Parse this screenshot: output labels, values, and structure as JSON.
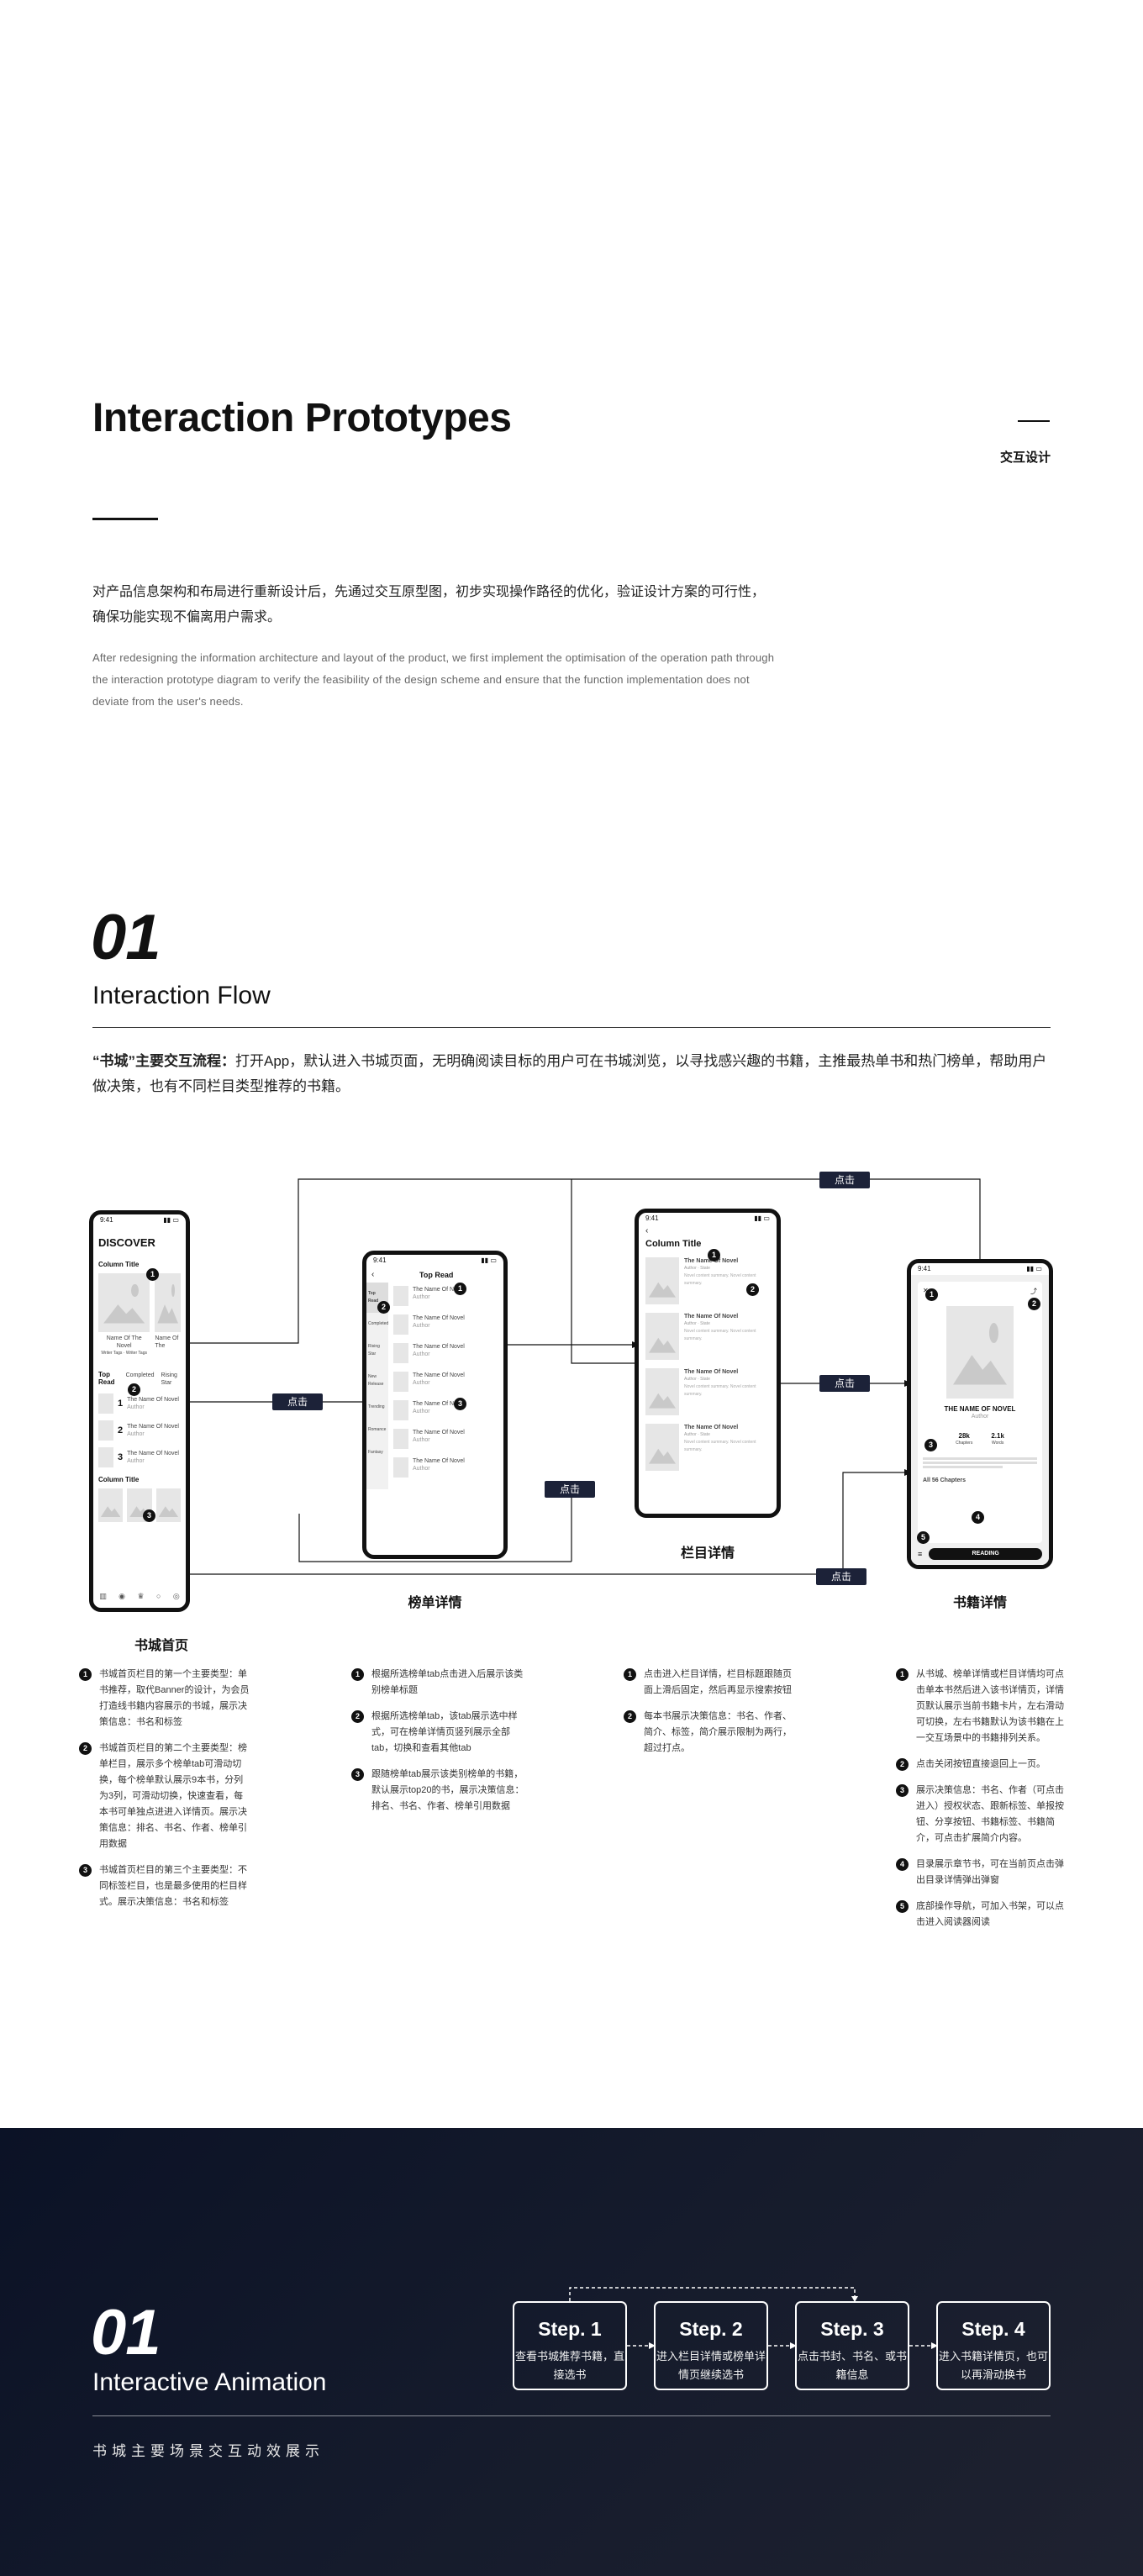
{
  "hero": {
    "title": "Interaction Prototypes",
    "tag": "交互设计",
    "desc_cn": "对产品信息架构和布局进行重新设计后，先通过交互原型图，初步实现操作路径的优化，验证设计方案的可行性，确保功能实现不偏离用户需求。",
    "desc_en": "After redesigning the information architecture and layout of the product, we first implement the optimisation of the operation path through the interaction prototype diagram to verify the feasibility of the design scheme and ensure that the function implementation does not deviate from the user's needs."
  },
  "section1": {
    "number": "01",
    "title": "Interaction Flow",
    "desc_bold": "“书城”主要交互流程：",
    "desc_rest": "打开App，默认进入书城页面，无明确阅读目标的用户可在书城浏览，以寻找感兴趣的书籍，主推最热单书和热门榜单，帮助用户做决策，也有不同栏目类型推荐的书籍。"
  },
  "flow_tags": {
    "click": "点击"
  },
  "phones": {
    "discover": {
      "label": "书城首页",
      "time": "9:41",
      "heading": "DISCOVER",
      "column_title": "Column Title",
      "book_name": "Name Of The Novel",
      "book_name_short": "Name Of The",
      "book_meta": "Writer Tags · Writer Tags",
      "top_read": "Top Read",
      "tabs": [
        "Completed",
        "Rising Star"
      ],
      "rank_item": "The Name Of Novel",
      "rank_sub": "Author",
      "ranks": [
        "1",
        "2",
        "3"
      ],
      "column_title_2": "Column Title"
    },
    "ranking": {
      "label": "榜单详情",
      "time": "9:41",
      "title": "Top Read",
      "side_tabs": [
        "Top Read",
        "Completed",
        "Rising Star",
        "New Release",
        "Trending",
        "Romance",
        "Fantasy"
      ],
      "item_title": "The Name Of Novel",
      "item_sub": "Author"
    },
    "column": {
      "label": "栏目详情",
      "time": "9:41",
      "title": "Column Title",
      "item_title": "The Name Of Novel",
      "item_sub": "Author · State",
      "item_desc": "Novel content summary. Novel content summary."
    },
    "detail": {
      "label": "书籍详情",
      "time": "9:41",
      "book_title": "THE NAME OF NOVEL",
      "author": "Author",
      "stat1_val": "28k",
      "stat1_lbl": "Chapters",
      "stat2_val": "2.1k",
      "stat2_lbl": "Words",
      "chapters": "All 56 Chapters",
      "reading": "READING"
    }
  },
  "notes": {
    "discover": [
      {
        "n": "1",
        "text": "书城首页栏目的第一个主要类型：单书推荐，取代Banner的设计，为会员打造线书籍内容展示的书城，展示决策信息：书名和标签"
      },
      {
        "n": "2",
        "text": "书城首页栏目的第二个主要类型：榜单栏目，展示多个榜单tab可滑动切换，每个榜单默认展示9本书，分列为3列，可滑动切换，快速查看，每本书可单独点进进入详情页。展示决策信息：排名、书名、作者、榜单引用数据"
      },
      {
        "n": "3",
        "text": "书城首页栏目的第三个主要类型：不同标签栏目，也是最多使用的栏目样式。展示决策信息：书名和标签"
      }
    ],
    "ranking": [
      {
        "n": "1",
        "text": "根据所选榜单tab点击进入后展示该类别榜单标题"
      },
      {
        "n": "2",
        "text": "根据所选榜单tab，该tab展示选中样式，可在榜单详情页竖列展示全部tab，切换和查看其他tab"
      },
      {
        "n": "3",
        "text": "跟随榜单tab展示该类别榜单的书籍，默认展示top20的书，展示决策信息：排名、书名、作者、榜单引用数据"
      }
    ],
    "column": [
      {
        "n": "1",
        "text": "点击进入栏目详情，栏目标题跟随页面上滑后固定，然后再显示搜索按钮"
      },
      {
        "n": "2",
        "text": "每本书展示决策信息：书名、作者、简介、标签，简介展示限制为两行，超过打点。"
      }
    ],
    "detail": [
      {
        "n": "1",
        "text": "从书城、榜单详情或栏目详情均可点击单本书然后进入该书详情页，详情页默认展示当前书籍卡片，左右滑动可切换，左右书籍默认为该书籍在上一交互场景中的书籍排列关系。"
      },
      {
        "n": "2",
        "text": "点击关闭按钮直接退回上一页。"
      },
      {
        "n": "3",
        "text": "展示决策信息：书名、作者（可点击进入）授权状态、跟新标签、单报按钮、分享按钮、书籍标签、书籍简介，可点击扩展简介内容。"
      },
      {
        "n": "4",
        "text": "目录展示章节书，可在当前页点击弹出目录详情弹出弹窗"
      },
      {
        "n": "5",
        "text": "底部操作导航，可加入书架，可以点击进入阅读器阅读"
      }
    ]
  },
  "animation": {
    "number": "01",
    "title": "Interactive Animation",
    "subtitle": "书城主要场景交互动效展示",
    "steps": [
      {
        "title": "Step. 1",
        "desc": "查看书城推荐书籍，直接选书"
      },
      {
        "title": "Step. 2",
        "desc": "进入栏目详情或榜单详情页继续选书"
      },
      {
        "title": "Step. 3",
        "desc": "点击书封、书名、或书籍信息"
      },
      {
        "title": "Step. 4",
        "desc": "进入书籍详情页，也可以再滑动换书"
      }
    ]
  }
}
